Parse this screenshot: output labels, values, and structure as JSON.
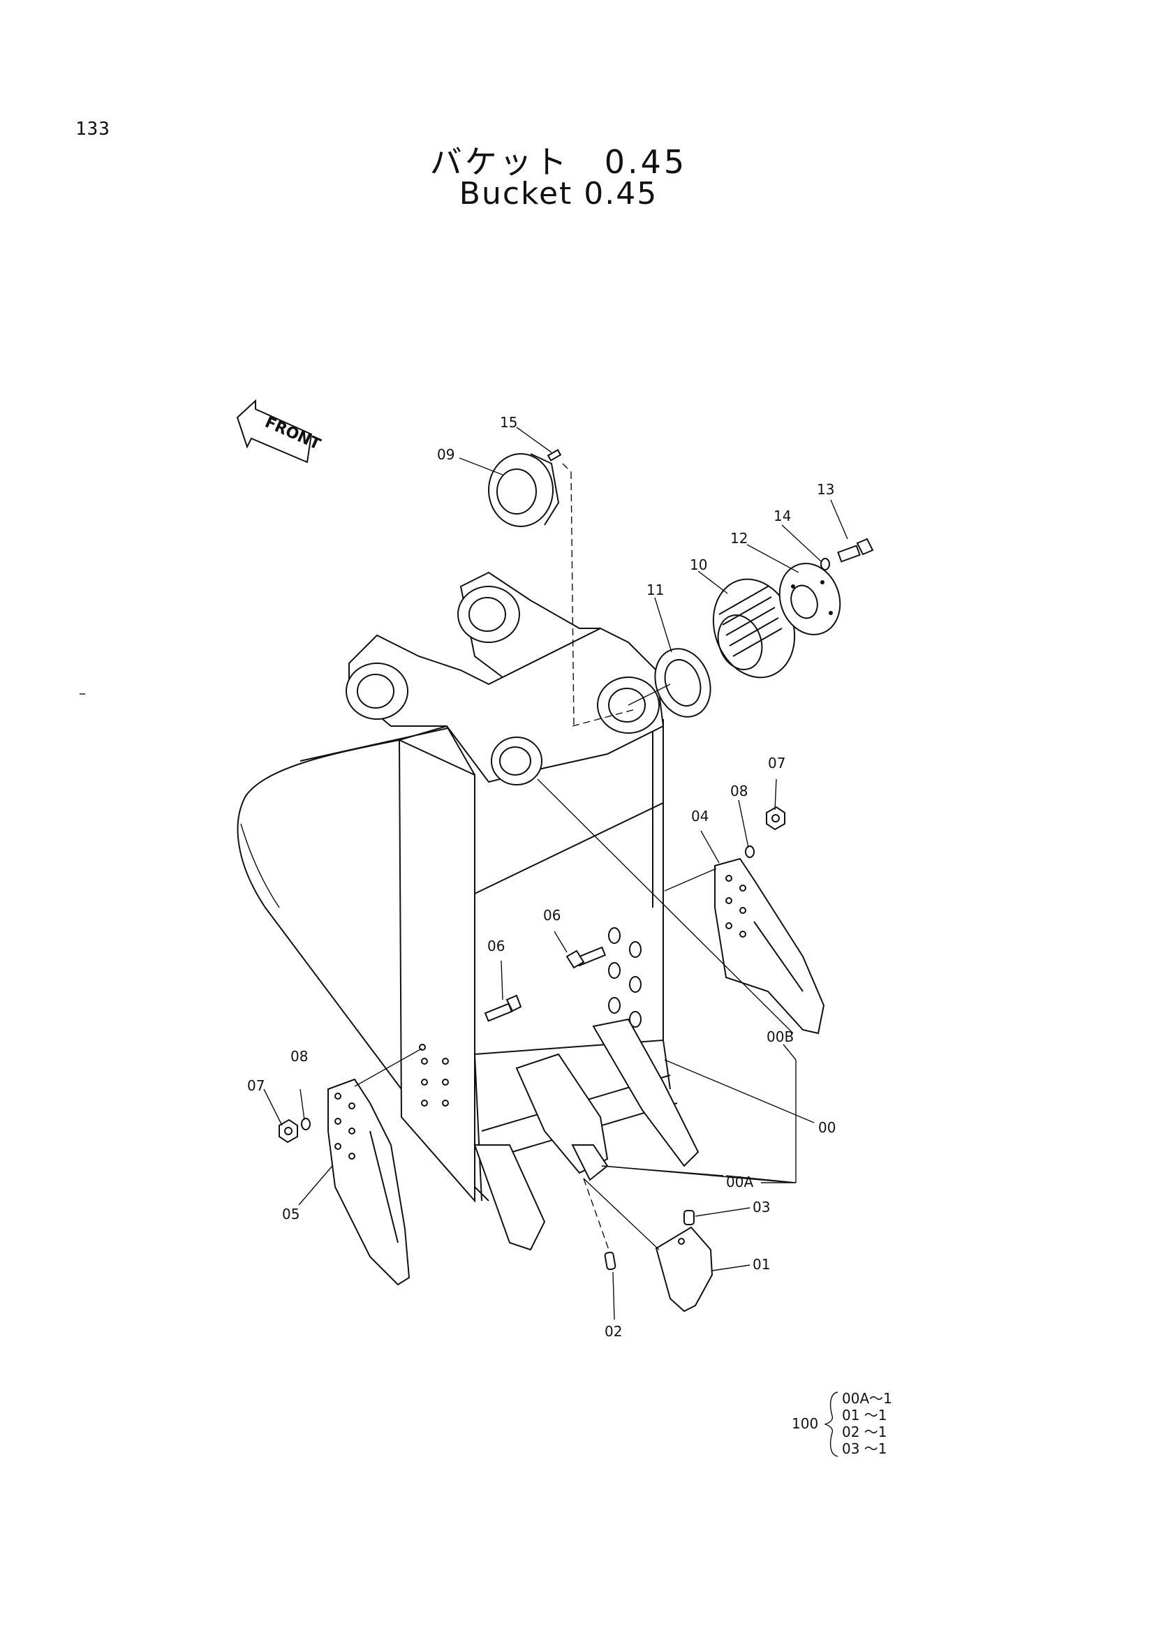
{
  "page_number": "133",
  "title_jp": "バケット　0.45",
  "title_en": "Bucket 0.45",
  "front_label": "FRONT",
  "callouts": {
    "c15": "15",
    "c09": "09",
    "c13": "13",
    "c14": "14",
    "c12": "12",
    "c10": "10",
    "c11": "11",
    "c07a": "07",
    "c08a": "08",
    "c04": "04",
    "c06a": "06",
    "c06b": "06",
    "c00B": "00B",
    "c00": "00",
    "c08b": "08",
    "c07b": "07",
    "c05": "05",
    "c00A": "00A",
    "c03": "03",
    "c01": "01",
    "c02": "02"
  },
  "assembly_note": {
    "id": "100",
    "lines": [
      "00A〜1",
      "01 〜1",
      "02 〜1",
      "03 〜1"
    ]
  }
}
